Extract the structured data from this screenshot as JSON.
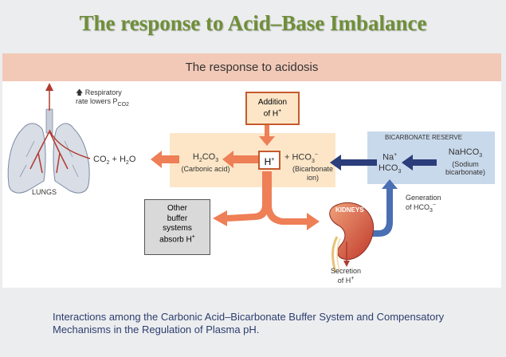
{
  "slide_title": "The response to Acid–Base Imbalance",
  "figure": {
    "header": "The response to acidosis",
    "respiratory_note": {
      "line1": "Respiratory",
      "line2": "rate lowers P",
      "sub": "CO2"
    },
    "lungs_label": "LUNGS",
    "co2_h2o": {
      "co2": "CO",
      "co2_sub": "2",
      "plus_h2o": "+ H",
      "h2o_sub": "2",
      "h2o_tail": "O"
    },
    "carbonic_acid": {
      "formula_main": "H",
      "sub1": "2",
      "mid": "CO",
      "sub2": "3",
      "name": "(Carbonic acid)"
    },
    "h_ion": {
      "symbol": "H",
      "sup": "+"
    },
    "bicarbonate_ion": {
      "plus": "+ HCO",
      "sub": "3",
      "sup": "−",
      "name_line1": "(Bicarbonate",
      "name_line2": "ion)"
    },
    "addition_box": {
      "line1": "Addition",
      "line2": "of H",
      "sup": "+"
    },
    "other_buffer_box": {
      "line1": "Other",
      "line2": "buffer",
      "line3": "systems",
      "line4": "absorb H",
      "sup": "+"
    },
    "bicarbonate_reserve": {
      "title": "BICARBONATE RESERVE",
      "na": "Na",
      "na_sup": "+",
      "hco3": "HCO",
      "hco3_sub": "3",
      "nahco3": "NaHCO",
      "nahco3_sub": "3",
      "name_line1": "(Sodium",
      "name_line2": "bicarbonate)"
    },
    "generation_label": {
      "line1": "Generation",
      "line2": "of HCO",
      "sub": "3",
      "sup": "−"
    },
    "kidneys_label": "KIDNEYS",
    "secretion_label": {
      "line1": "Secretion",
      "line2": "of H",
      "sup": "+"
    },
    "colors": {
      "header": "#f2c9b7",
      "arrow_orange": "#ee7f57",
      "reserve_blue": "#c9d9ec",
      "arrow_navy": "#2b3d7a",
      "title_green": "#6f8f38"
    }
  },
  "caption": "Interactions among the Carbonic Acid–Bicarbonate Buffer System and Compensatory Mechanisms in the Regulation of Plasma pH."
}
